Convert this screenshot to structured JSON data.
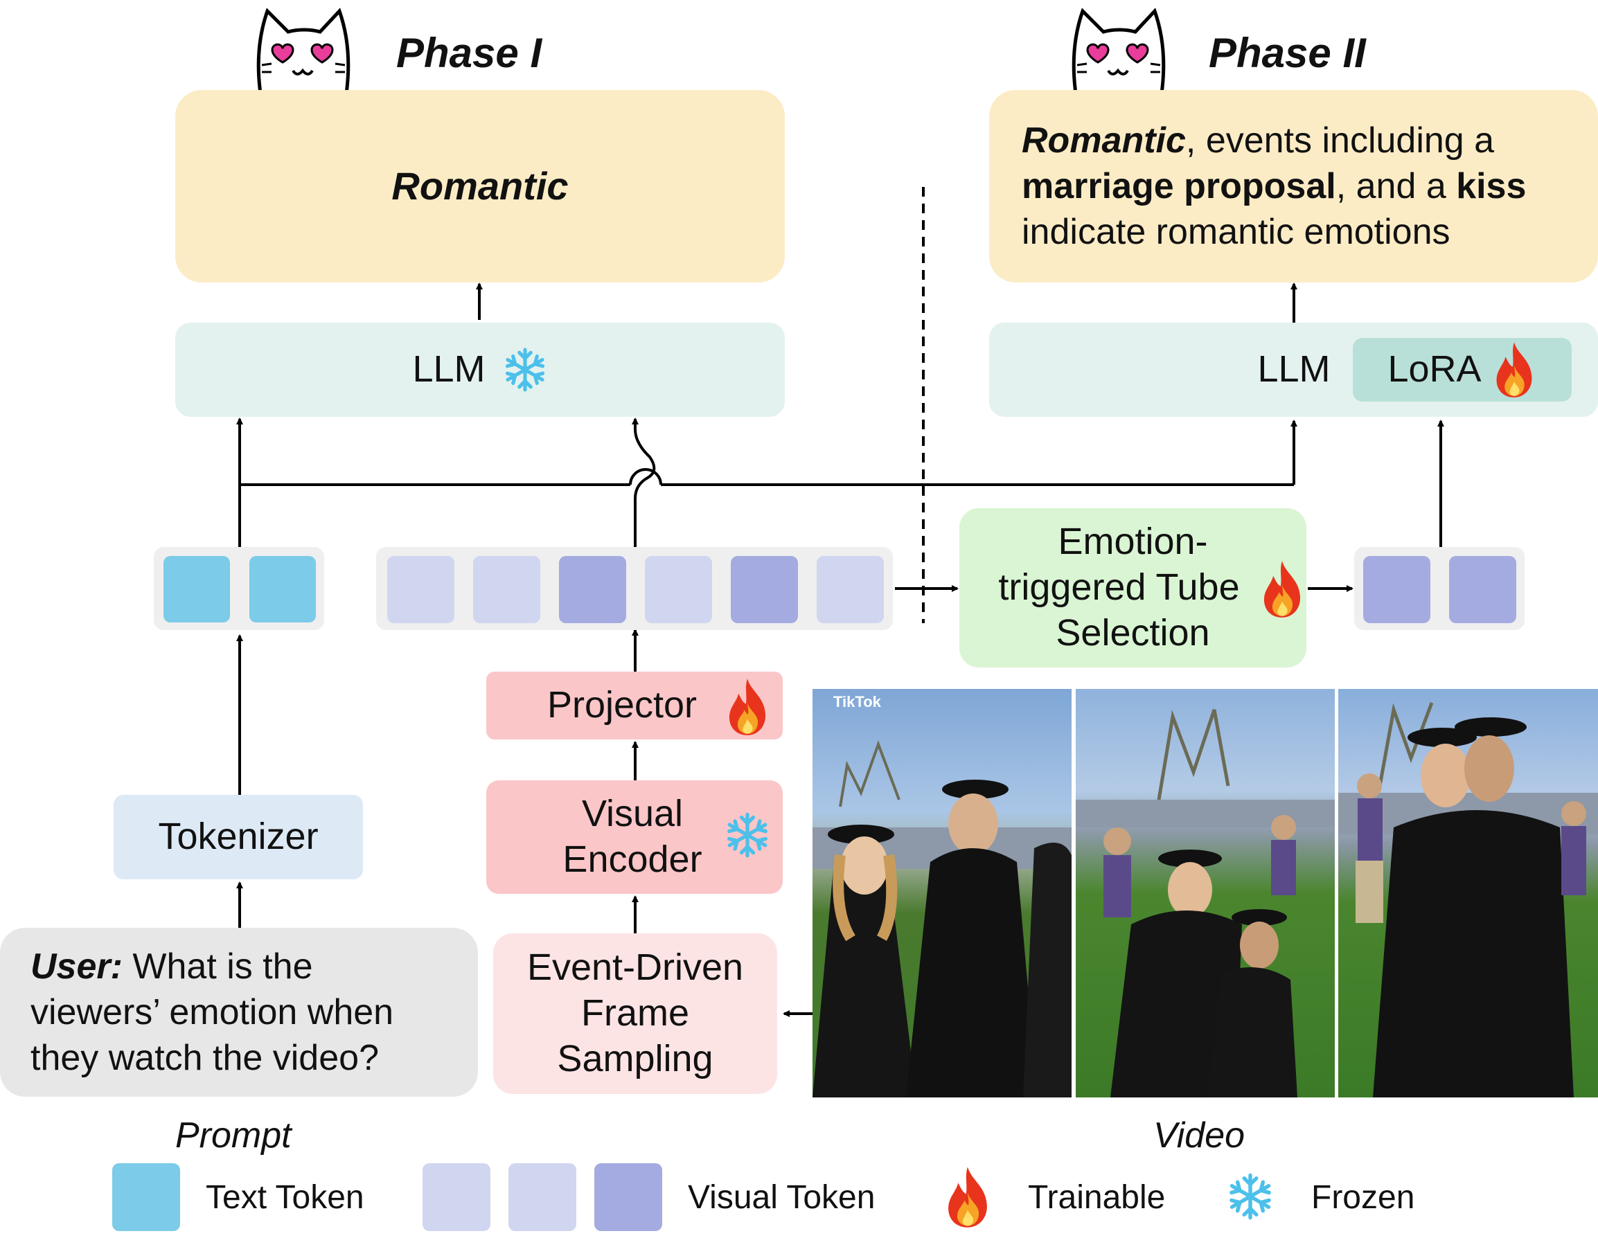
{
  "phase1": {
    "title": "Phase I",
    "output": "Romantic",
    "llm_label": "LLM"
  },
  "phase2": {
    "title": "Phase II",
    "output": {
      "w1": "Romantic",
      "t1": ", events including a",
      "w2": "marriage proposal",
      "t2": ", and a ",
      "w3": "kiss",
      "t3": "indicate romantic emotions"
    },
    "llm_label": "LLM",
    "lora_label": "LoRA"
  },
  "emotion_tube": {
    "line1": "Emotion-",
    "line2": "triggered Tube",
    "line3": "Selection"
  },
  "projector": "Projector",
  "visual_encoder": {
    "line1": "Visual",
    "line2": "Encoder"
  },
  "tokenizer": "Tokenizer",
  "frame_sampling": {
    "line1": "Event-Driven",
    "line2": "Frame",
    "line3": "Sampling"
  },
  "prompt": {
    "user_label": "User:",
    "line1": " What is the",
    "line2": "viewers’ emotion when",
    "line3": "they watch the video?"
  },
  "captions": {
    "prompt": "Prompt",
    "video": "Video"
  },
  "video_watermark": "TikTok",
  "legend": {
    "text_token": "Text Token",
    "visual_token": "Visual Token",
    "trainable": "Trainable",
    "frozen": "Frozen"
  },
  "colors": {
    "output_bg": "#fcecc6",
    "llm_bg": "#e3f2ef",
    "lora_bg": "#b9e0d8",
    "green_bg": "#d9f5d3",
    "pink_dark": "#fbc6c8",
    "pink_light": "#fde4e4",
    "tokenizer_bg": "#dde9f5",
    "prompt_bg": "#e7e7e7",
    "text_token": "#7ccbe8",
    "visual_light": "#d0d6f0",
    "visual_dark": "#a4abe0"
  },
  "icons": [
    "cat-heart-eyes-icon",
    "fire-icon",
    "snowflake-icon"
  ]
}
